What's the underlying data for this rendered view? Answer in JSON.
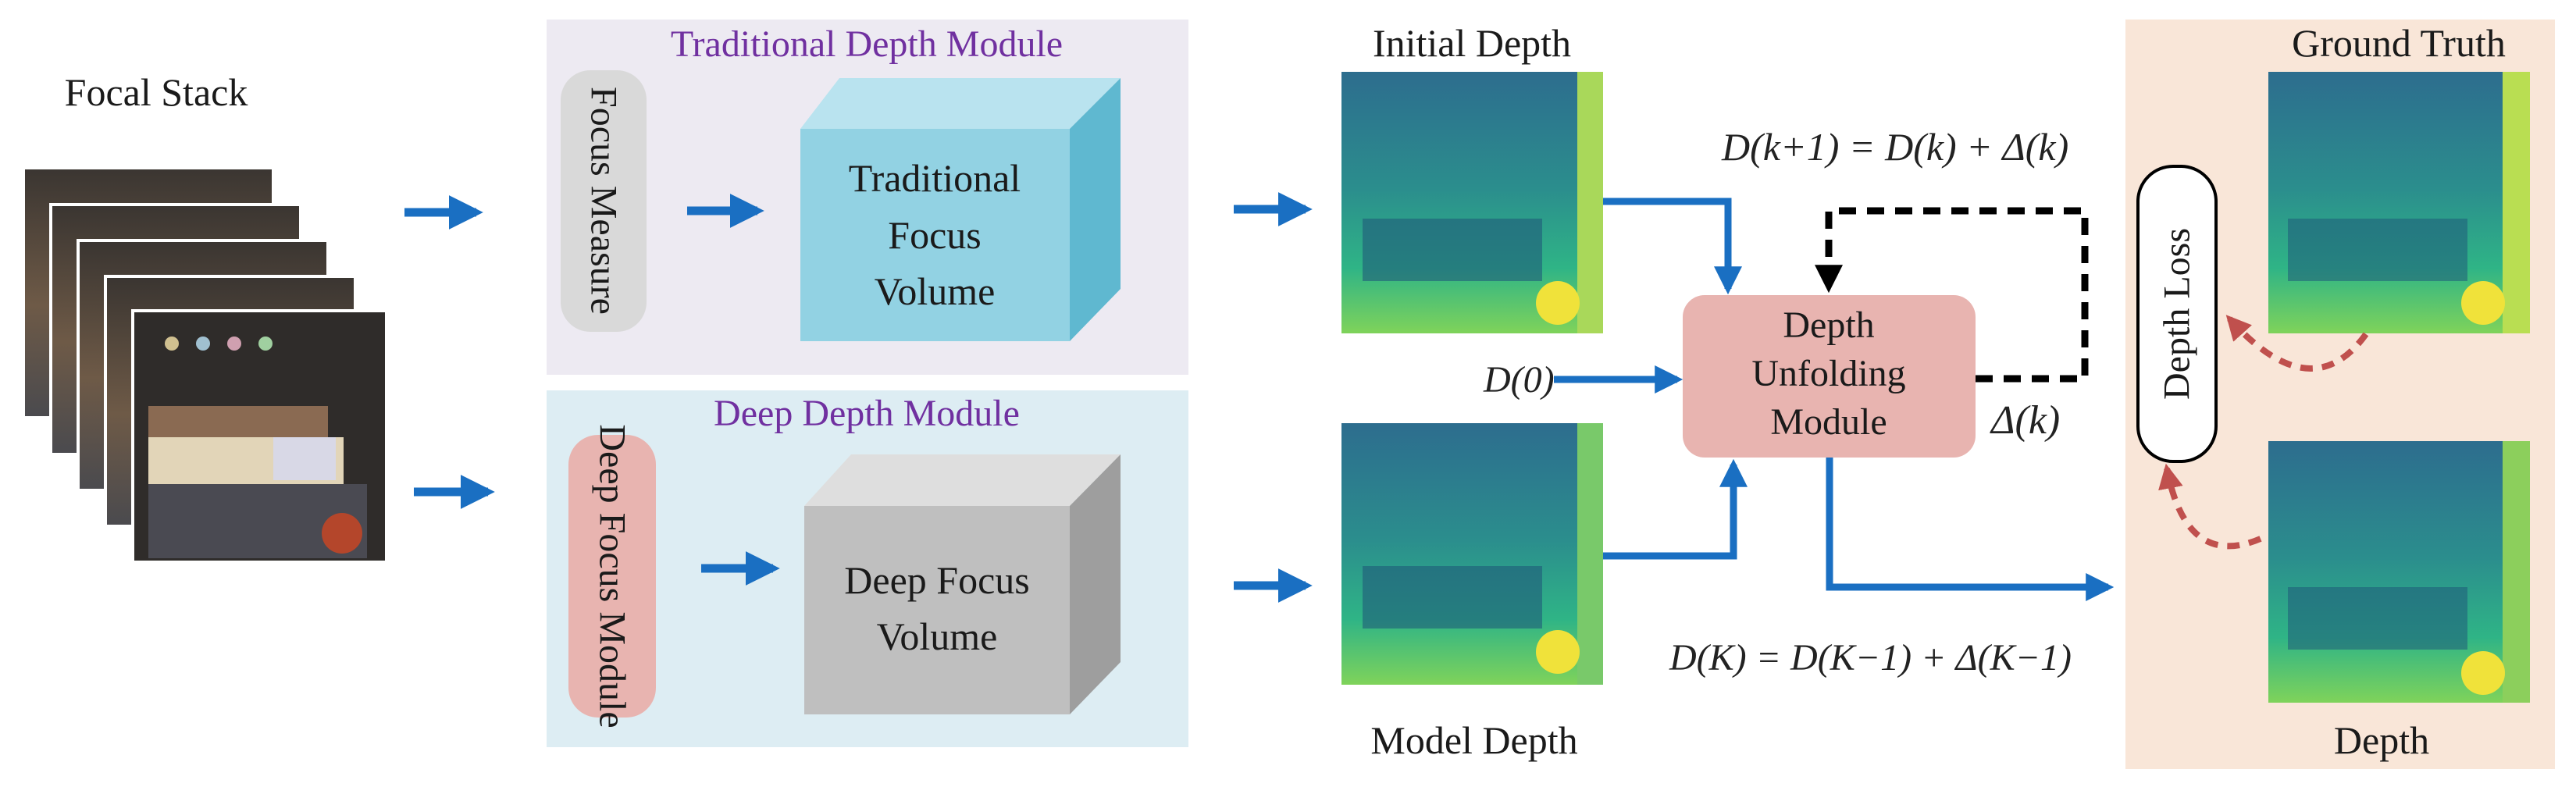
{
  "focal_stack": {
    "label": "Focal Stack"
  },
  "traditional_module": {
    "title": "Traditional Depth Module",
    "focus_measure": "Focus Measure",
    "volume_lines": [
      "Traditional",
      "Focus",
      "Volume"
    ]
  },
  "deep_module": {
    "title": "Deep Depth Module",
    "focus_module": "Deep Focus Module",
    "volume_lines": [
      "Deep Focus",
      "Volume"
    ]
  },
  "initial_depth": {
    "label": "Initial Depth"
  },
  "model_depth": {
    "label": "Model Depth"
  },
  "unfolding": {
    "lines": [
      "Depth",
      "Unfolding",
      "Module"
    ],
    "input_label": "D(0)",
    "delta_label": "Δ(k)",
    "update_eq": "D(k+1) = D(k) + Δ(k)",
    "final_eq": "D(K) = D(K−1) + Δ(K−1)"
  },
  "loss_panel": {
    "ground_truth": "Ground Truth",
    "depth": "Depth",
    "loss": "Depth Loss"
  },
  "colors": {
    "arrow_blue": "#1a6fc2",
    "trad_panel": "#edeaf2",
    "deep_panel": "#ddedf3",
    "loss_panel": "#f9e6d8",
    "unfold_box": "#e8b4b0",
    "loss_arrow": "#c0504d",
    "title_purple": "#7030a0"
  }
}
